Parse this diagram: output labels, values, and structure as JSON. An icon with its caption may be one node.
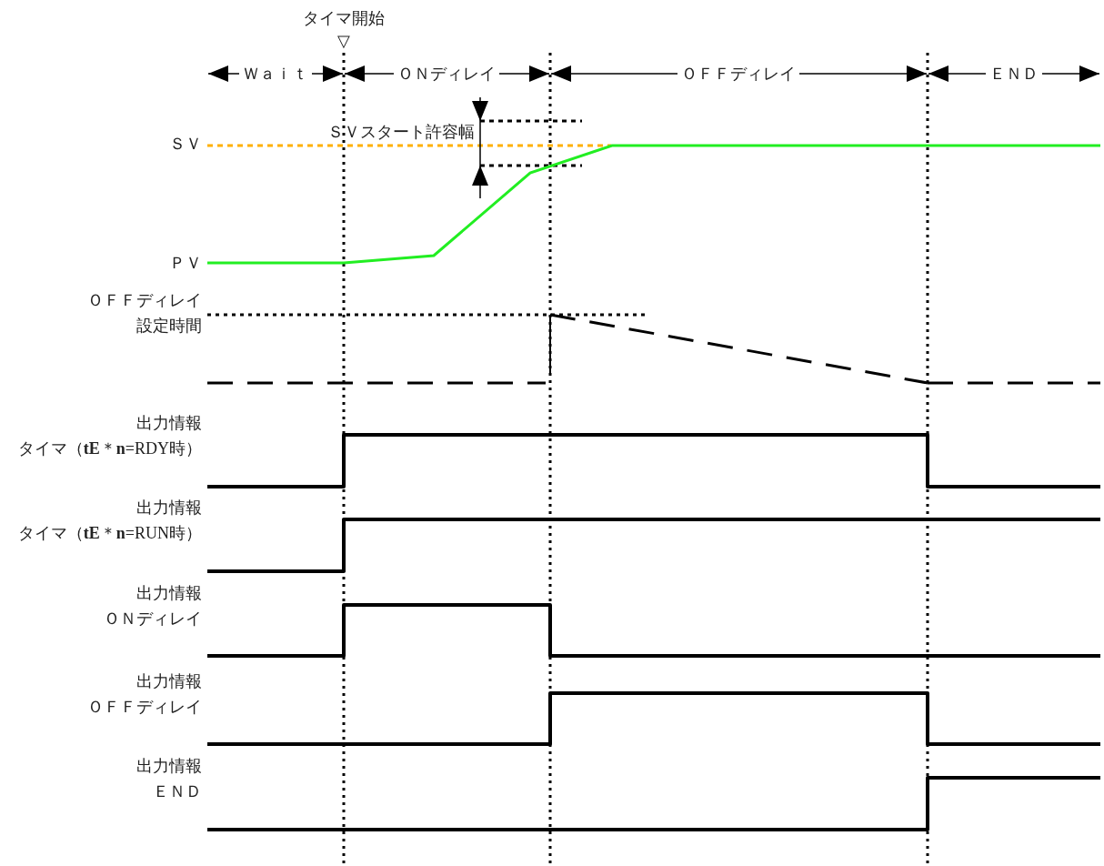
{
  "diagram": {
    "labels": [
      "タイマ開始",
      "▽",
      "Ｗａｉｔ",
      "ＯＮディレイ",
      "ＯＦＦディレイ",
      "ＥＮＤ",
      "ＳＶスタート許容幅",
      "ＳＶ",
      "ＰＶ",
      "ＯＦＦディレイ",
      "設定時間",
      "出力情報",
      "タイマ（**tE**＊**n**=RDY時）",
      "出力情報",
      "タイマ（**tE**＊**n**=RUN時）",
      "出力情報",
      "ＯＮディレイ",
      "出力情報",
      "ＯＦＦディレイ",
      "出力情報",
      "ＥＮＤ"
    ]
  }
}
